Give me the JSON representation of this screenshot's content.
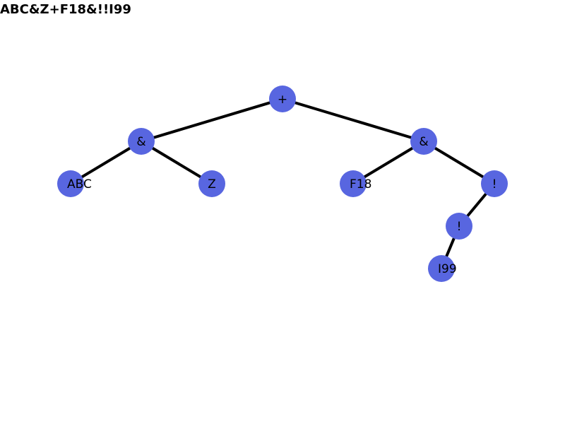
{
  "title": "ABC&Z+F18&!!I99",
  "colors": {
    "node_fill": "#5866e0",
    "edge": "#000000",
    "text": "#000000"
  },
  "tree": {
    "nodes": [
      {
        "id": "n-plus",
        "label": "+"
      },
      {
        "id": "n-and-left",
        "label": "&"
      },
      {
        "id": "n-and-right",
        "label": "&"
      },
      {
        "id": "n-abc",
        "label": "ABC"
      },
      {
        "id": "n-z",
        "label": "Z"
      },
      {
        "id": "n-f18",
        "label": "F18"
      },
      {
        "id": "n-not-outer",
        "label": "!"
      },
      {
        "id": "n-not-inner",
        "label": "!"
      },
      {
        "id": "n-i99",
        "label": "I99"
      }
    ],
    "edges": [
      {
        "from": "n-plus",
        "to": "n-and-left"
      },
      {
        "from": "n-plus",
        "to": "n-and-right"
      },
      {
        "from": "n-and-left",
        "to": "n-abc"
      },
      {
        "from": "n-and-left",
        "to": "n-z"
      },
      {
        "from": "n-and-right",
        "to": "n-f18"
      },
      {
        "from": "n-and-right",
        "to": "n-not-outer"
      },
      {
        "from": "n-not-outer",
        "to": "n-not-inner"
      },
      {
        "from": "n-not-inner",
        "to": "n-i99"
      }
    ]
  }
}
